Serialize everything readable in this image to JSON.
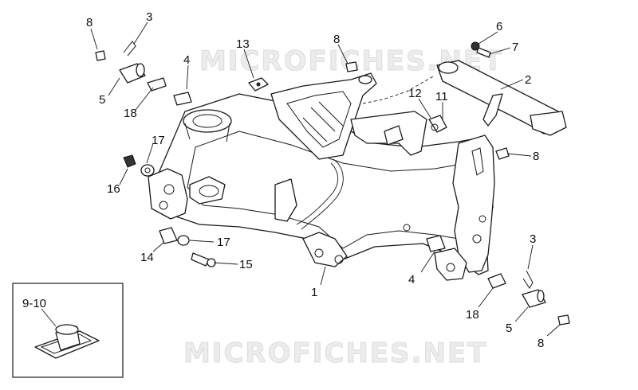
{
  "watermark": "MICROFICHES.NET",
  "callouts": {
    "c1": "1",
    "c2": "2",
    "c3_top": "3",
    "c3_bottom": "3",
    "c4_top": "4",
    "c4_bottom": "4",
    "c5_top": "5",
    "c5_bottom": "5",
    "c6": "6",
    "c7": "7",
    "c8_topleft": "8",
    "c8_topmid": "8",
    "c8_right": "8",
    "c8_bottom": "8",
    "c11": "11",
    "c12": "12",
    "c13": "13",
    "c14": "14",
    "c15": "15",
    "c16": "16",
    "c17_top": "17",
    "c17_bottom": "17",
    "c18_top": "18",
    "c18_bottom": "18",
    "inset": "9-10"
  }
}
